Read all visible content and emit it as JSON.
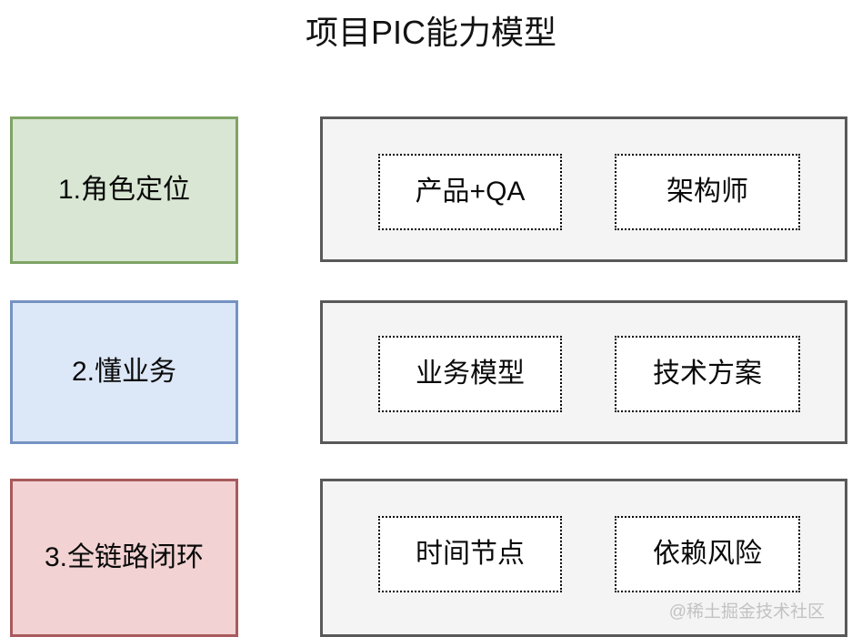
{
  "title": "项目PIC能力模型",
  "rows": [
    {
      "category": "1.角色定位",
      "color": "#d9e6d3",
      "border_color": "#7fa464",
      "items": [
        "产品+QA",
        "架构师"
      ]
    },
    {
      "category": "2.懂业务",
      "color": "#dce7f7",
      "border_color": "#7593c2",
      "items": [
        "业务模型",
        "技术方案"
      ]
    },
    {
      "category": "3.全链路闭环",
      "color": "#f2d2d2",
      "border_color": "#a85a5c",
      "items": [
        "时间节点",
        "依赖风险"
      ]
    }
  ],
  "watermark": "@稀土掘金技术社区"
}
